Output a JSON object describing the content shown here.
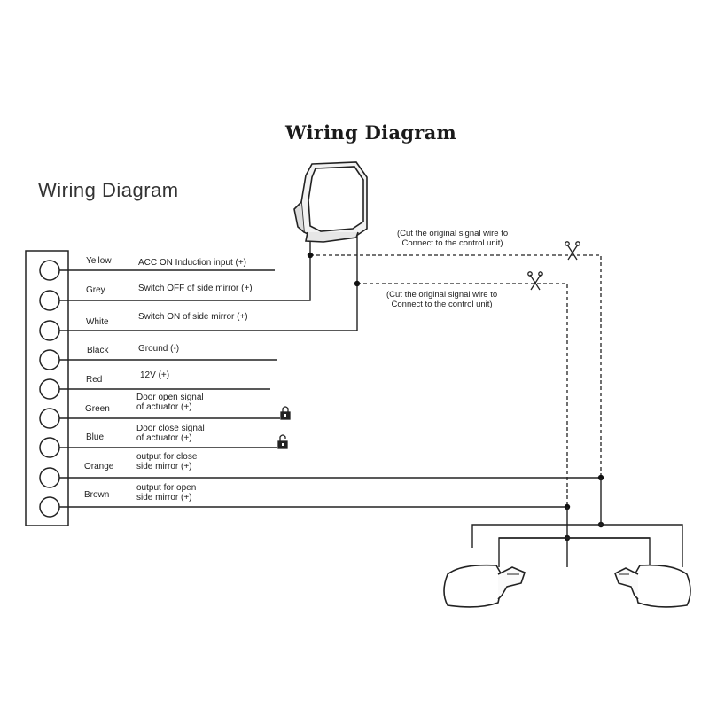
{
  "diagram": {
    "title_print": "Wiring Diagram",
    "title_sans": "Wiring Diagram",
    "notes": [
      {
        "line1": "(Cut the original signal wire to",
        "line2": "Connect to the control unit)"
      },
      {
        "line1": "(Cut the original signal wire to",
        "line2": "Connect to the control unit)"
      }
    ],
    "pins": [
      {
        "color": "Yellow",
        "desc1": "ACC ON Induction input (+)",
        "desc2": ""
      },
      {
        "color": "Grey",
        "desc1": "Switch OFF of side mirror (+)",
        "desc2": ""
      },
      {
        "color": "White",
        "desc1": "Switch ON of side mirror (+)",
        "desc2": ""
      },
      {
        "color": "Black",
        "desc1": "Ground (-)",
        "desc2": ""
      },
      {
        "color": "Red",
        "desc1": "12V (+)",
        "desc2": ""
      },
      {
        "color": "Green",
        "desc1": "Door open signal",
        "desc2": "of actuator (+)"
      },
      {
        "color": "Blue",
        "desc1": "Door close signal",
        "desc2": "of actuator (+)"
      },
      {
        "color": "Orange",
        "desc1": "output for close",
        "desc2": "side mirror (+)"
      },
      {
        "color": "Brown",
        "desc1": "output for open",
        "desc2": "side mirror (+)"
      }
    ],
    "icons": [
      "rocker-switch-icon",
      "padlock-closed-icon",
      "padlock-open-icon",
      "scissors-icon",
      "scissors-icon",
      "side-mirror-left-icon",
      "side-mirror-right-icon"
    ]
  }
}
